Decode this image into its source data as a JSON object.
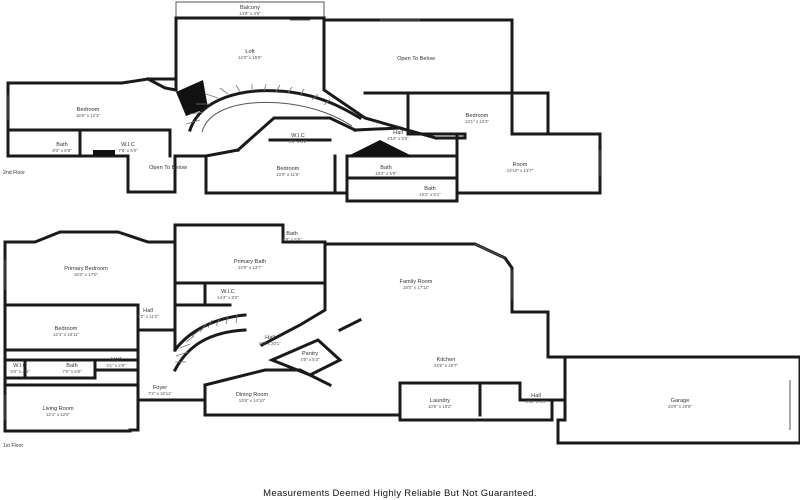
{
  "second_floor": {
    "label": "2nd Floor",
    "rooms": {
      "balcony": {
        "name": "Balcony",
        "dim": "14'8\" x 4'0\""
      },
      "loft": {
        "name": "Loft",
        "dim": "14'3\" x 15'8\""
      },
      "open_to_below_top": {
        "name": "Open To Below",
        "dim": ""
      },
      "bedroom_left": {
        "name": "Bedroom",
        "dim": "16'6\" x 12'3\""
      },
      "bath_left": {
        "name": "Bath",
        "dim": "8'0\" x 5'9\""
      },
      "wic_left": {
        "name": "W.I.C",
        "dim": "7'8\" x 5'0\""
      },
      "bedroom_right": {
        "name": "Bedroom",
        "dim": "13'1\" x 10'3\""
      },
      "wic_center": {
        "name": "W.I.C",
        "dim": "4'9\" x 8'2\""
      },
      "hall": {
        "name": "Hall",
        "dim": "4'10\" x 5'5\""
      },
      "open_to_below_bottom": {
        "name": "Open To Below",
        "dim": ""
      },
      "bedroom_bottom": {
        "name": "Bedroom",
        "dim": "13'0\" x 11'6\""
      },
      "bath_center": {
        "name": "Bath",
        "dim": "10'2\" x 5'0\""
      },
      "bath_small": {
        "name": "Bath",
        "dim": "10'2\" x 5'1\""
      },
      "room": {
        "name": "Room",
        "dim": "13'10\" x 13'7\""
      }
    }
  },
  "first_floor": {
    "label": "1st Floor",
    "rooms": {
      "bath_top": {
        "name": "Bath",
        "dim": "5'9\" x 5'5\""
      },
      "primary_bath": {
        "name": "Primary Bath",
        "dim": "14'9\" x 13'7\""
      },
      "primary_bedroom": {
        "name": "Primary Bedroom",
        "dim": "16'0\" x 17'0\""
      },
      "family_room": {
        "name": "Family Room",
        "dim": "18'0\" x 17'11\""
      },
      "wic": {
        "name": "W.I.C",
        "dim": "14'4\" x 8'2\""
      },
      "hall_left": {
        "name": "Hall",
        "dim": "3'2\" x 11'2\""
      },
      "bedroom": {
        "name": "Bedroom",
        "dim": "12'4\" x 10'11\""
      },
      "hall_center": {
        "name": "Hall",
        "dim": "8'3\" x 20'1\""
      },
      "wic_small": {
        "name": "W.I.C",
        "dim": "5'0\" x 4'9\""
      },
      "bath_small": {
        "name": "Bath",
        "dim": "7'0\" x 6'8\""
      },
      "hall_small": {
        "name": "Hall",
        "dim": "3'1\" x 2'8\""
      },
      "pantry": {
        "name": "Pantry",
        "dim": "4'5\" x 5'3\""
      },
      "kitchen": {
        "name": "Kitchen",
        "dim": "24'6\" x 20'7\""
      },
      "foyer": {
        "name": "Foyer",
        "dim": "7'2\" x 16'11\""
      },
      "living_room": {
        "name": "Living Room",
        "dim": "12'4\" x 12'0\""
      },
      "dining_room": {
        "name": "Dining Room",
        "dim": "13'6\" x 14'10\""
      },
      "laundry": {
        "name": "Laundry",
        "dim": "10'5\" x 10'2\""
      },
      "hall_right": {
        "name": "Hall",
        "dim": "4'11\" x 8'3\""
      },
      "garage": {
        "name": "Garage",
        "dim": "23'0\" x 20'8\""
      }
    }
  },
  "disclaimer": "Measurements Deemed Highly Reliable But Not Guaranteed."
}
